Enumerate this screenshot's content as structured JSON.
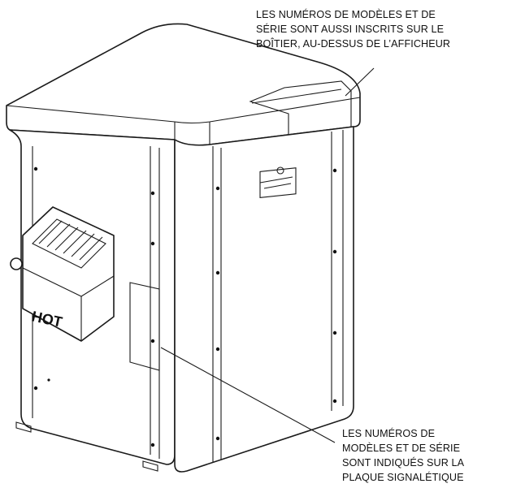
{
  "callouts": {
    "top": {
      "lines": [
        "LES NUMÉROS DE MODÈLES ET DE",
        "SÉRIE SONT AUSSI INSCRITS SUR LE",
        "BOÎTIER, AU-DESSUS DE L’AFFICHEUR"
      ]
    },
    "bottom": {
      "lines": [
        "LES NUMÉROS DE",
        "MODÈLES ET DE SÉRIE",
        "SONT INDIQUÉS SUR LA",
        "PLAQUE SIGNALÉTIQUE"
      ]
    }
  },
  "heater": {
    "vent_label": "HOT"
  }
}
